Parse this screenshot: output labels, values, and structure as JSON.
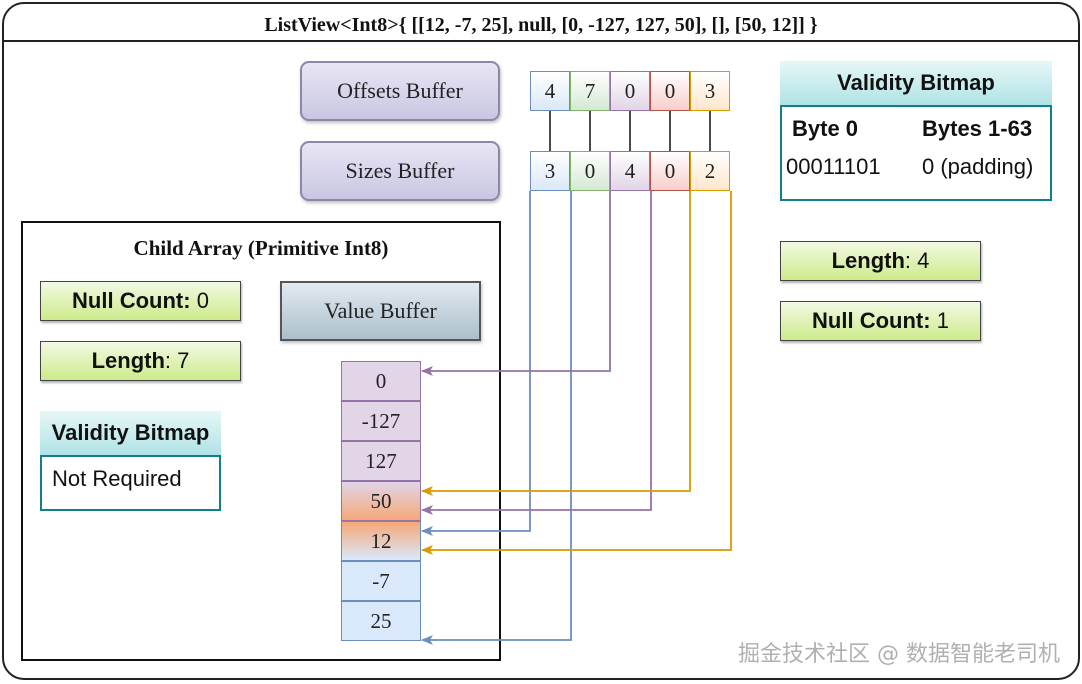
{
  "title": "ListView<Int8>{  [[12, -7, 25], null, [0, -127, 127, 50], [], [50, 12]] }",
  "offsets_buffer": {
    "label": "Offsets Buffer",
    "values": [
      "4",
      "7",
      "0",
      "0",
      "3"
    ]
  },
  "sizes_buffer": {
    "label": "Sizes Buffer",
    "values": [
      "3",
      "0",
      "4",
      "0",
      "2"
    ]
  },
  "validity_bitmap": {
    "title": "Validity Bitmap",
    "col1_header": "Byte 0",
    "col2_header": "Bytes 1-63",
    "col1_value": "00011101",
    "col2_value": "0 (padding)"
  },
  "list_length": {
    "key": "Length",
    "value": ": 4"
  },
  "list_null_count": {
    "key": "Null Count:",
    "value": " 1"
  },
  "child_array": {
    "title": "Child Array (Primitive Int8)",
    "null_count": {
      "key": "Null Count:",
      "value": " 0"
    },
    "length": {
      "key": "Length",
      "value": ": 7"
    },
    "validity_bitmap": {
      "title": "Validity Bitmap",
      "body": "Not Required"
    },
    "value_buffer_label": "Value Buffer",
    "values": [
      "0",
      "-127",
      "127",
      "50",
      "12",
      "-7",
      "25"
    ]
  },
  "colors": {
    "blue": "#6c8ebf",
    "green": "#82b366",
    "purple": "#9673a6",
    "red": "#b85450",
    "orange": "#d79b00",
    "teal": "#0e8088"
  },
  "watermark": "掘金技术社区 @ 数据智能老司机"
}
